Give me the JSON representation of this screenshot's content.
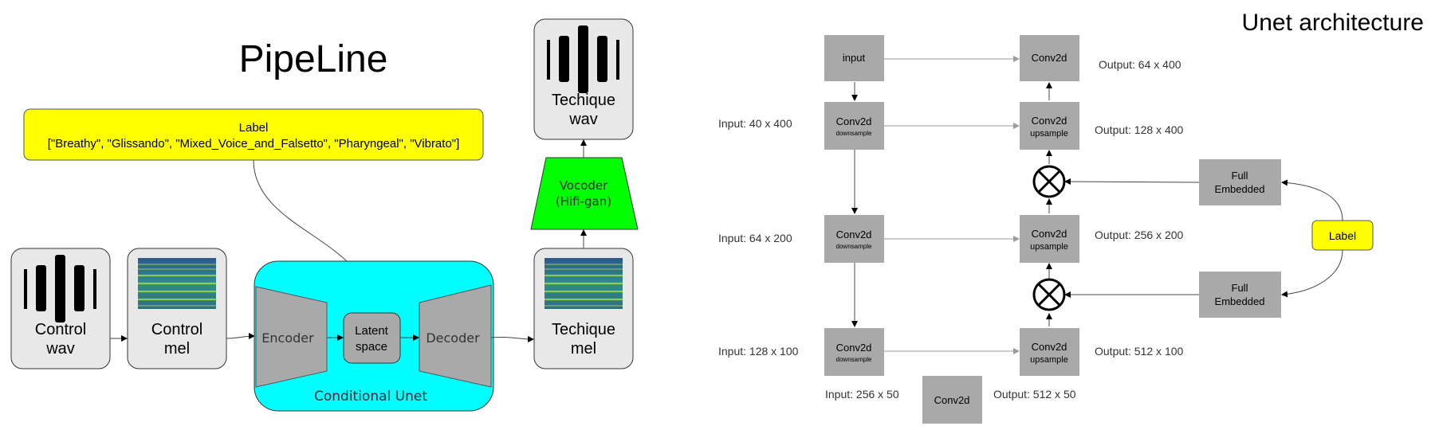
{
  "pipeline": {
    "title": "PipeLine",
    "label_box": {
      "heading": "Label",
      "classes": "[\"Breathy\", \"Glissando\", \"Mixed_Voice_and_Falsetto\", \"Pharyngeal\", \"Vibrato\"]"
    },
    "control_wav": {
      "line1": "Control",
      "line2": "wav"
    },
    "control_mel": {
      "line1": "Control",
      "line2": "mel"
    },
    "conditional_unet": {
      "label": "Conditional Unet",
      "encoder": "Encoder",
      "latent_line1": "Latent",
      "latent_line2": "space",
      "decoder": "Decoder"
    },
    "technique_mel": {
      "line1": "Techique",
      "line2": "mel"
    },
    "vocoder": {
      "line1": "Vocoder",
      "line2": "(Hifi-gan)"
    },
    "technique_wav": {
      "line1": "Techique",
      "line2": "wav"
    }
  },
  "unet": {
    "title": "Unet architecture",
    "input_block": "input",
    "output_block": "Conv2d",
    "encoder_blocks": [
      {
        "main": "Conv2d",
        "sub": "downsample",
        "io": "Input: 40 x 400"
      },
      {
        "main": "Conv2d",
        "sub": "downsample",
        "io": "Input: 64 x 200"
      },
      {
        "main": "Conv2d",
        "sub": "downsample",
        "io": "Input: 128 x 100"
      }
    ],
    "decoder_blocks": [
      {
        "main": "Conv2d",
        "sub": "upsample",
        "io": "Output: 128 x 400"
      },
      {
        "main": "Conv2d",
        "sub": "upsample",
        "io": "Output: 256 x 200"
      },
      {
        "main": "Conv2d",
        "sub": "upsample",
        "io": "Output: 512 x 100"
      }
    ],
    "output_io": "Output: 64 x 400",
    "bottleneck": {
      "label": "Conv2d",
      "input_io": "Input: 256 x 50",
      "output_io": "Output: 512 x 50"
    },
    "embedding_blocks": [
      {
        "line1": "Full",
        "line2": "Embedded"
      },
      {
        "line1": "Full",
        "line2": "Embedded"
      }
    ],
    "label_node": "Label"
  },
  "colors": {
    "yellow": "#ffff00",
    "cyan": "#00ffff",
    "green": "#00ff00",
    "gray_block": "#a9a9a9",
    "light_box": "#e8e8e8",
    "arrow_gray": "#9a9a9a"
  }
}
